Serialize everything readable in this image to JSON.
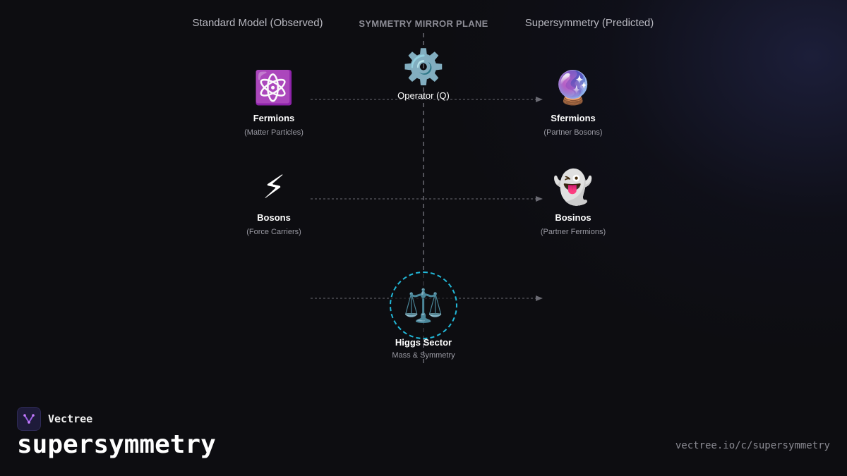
{
  "headers": {
    "left": "Standard Model (Observed)",
    "center": "SYMMETRY MIRROR PLANE",
    "right": "Supersymmetry (Predicted)"
  },
  "operator": {
    "icon": "gear-icon",
    "emoji": "⚙️",
    "label": "Operator (Q)"
  },
  "standard_model": [
    {
      "icon": "atom-icon",
      "emoji": "⚛️",
      "label": "Fermions",
      "sub": "(Matter Particles)"
    },
    {
      "icon": "lightning-icon",
      "emoji": "⚡",
      "label": "Bosons",
      "sub": "(Force Carriers)"
    }
  ],
  "supersymmetry": [
    {
      "icon": "crystal-ball-icon",
      "emoji": "🔮",
      "label": "Sfermions",
      "sub": "(Partner Bosons)"
    },
    {
      "icon": "ghost-icon",
      "emoji": "👻",
      "label": "Bosinos",
      "sub": "(Partner Fermions)"
    }
  ],
  "higgs": {
    "icon": "scales-icon",
    "emoji": "⚖️",
    "label": "Higgs Sector",
    "sub": "Mass & Symmetry",
    "ring_color": "#22b8d8"
  },
  "footer": {
    "brand": "Vectree",
    "title": "supersymmetry",
    "url": "vectree.io/c/supersymmetry"
  },
  "colors": {
    "background": "#0d0d11",
    "accent": "#22b8d8",
    "line": "#6a6a72"
  }
}
